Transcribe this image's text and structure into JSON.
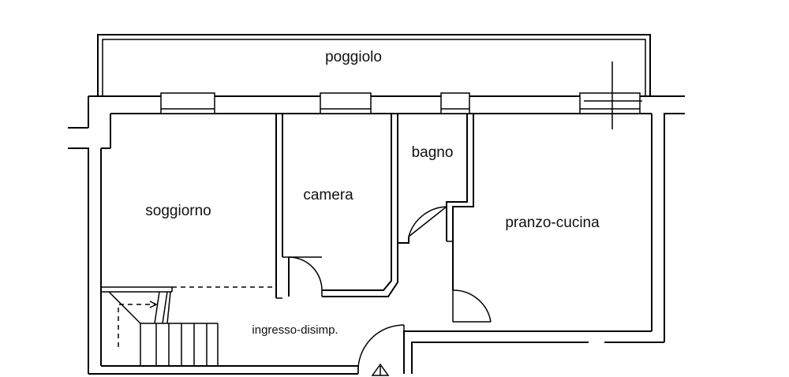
{
  "plan": {
    "rooms": [
      {
        "id": "poggiolo",
        "label": "poggiolo"
      },
      {
        "id": "soggiorno",
        "label": "soggiorno"
      },
      {
        "id": "camera",
        "label": "camera"
      },
      {
        "id": "bagno",
        "label": "bagno"
      },
      {
        "id": "pranzo-cucina",
        "label": "pranzo-cucina"
      },
      {
        "id": "ingresso",
        "label": "ingresso-disimp."
      }
    ],
    "colors": {
      "line": "#000000",
      "background": "#ffffff"
    }
  }
}
